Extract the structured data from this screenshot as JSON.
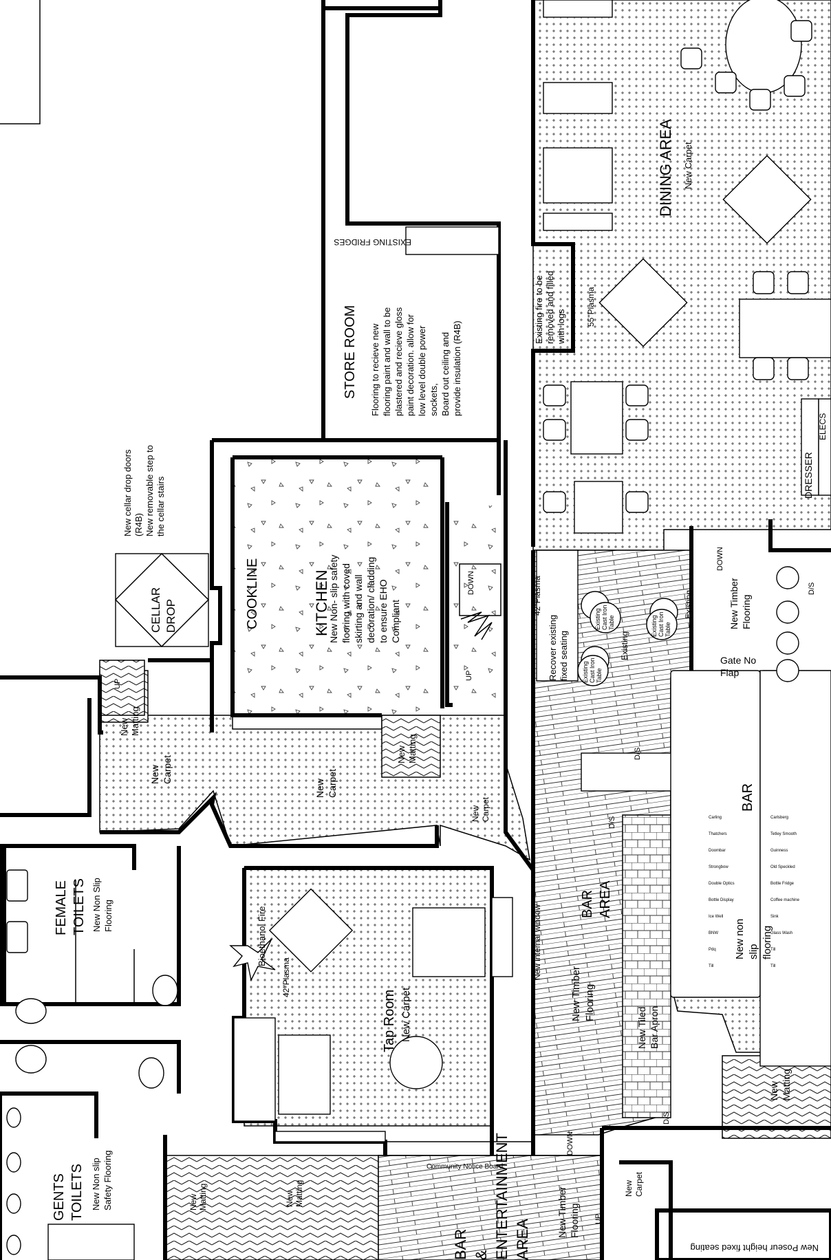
{
  "rooms": {
    "dining_area": "DINING  AREA",
    "dining_carpet": "New Carpet",
    "store_room": "STORE ROOM",
    "store_notes": [
      "Flooring to recieve new",
      "flooring paint and wall to be",
      "plastered and recieve gloss",
      "paint decoration. allow for",
      "low level double power",
      "sockets,",
      "Board out ceiling and",
      "provide insulation (R4B)"
    ],
    "existing_fridges": "EXISTING FRIDGES",
    "fire_note": [
      "Existing fire to be",
      "removed and filled",
      "with logs"
    ],
    "plasma_55": "55\"Plasma",
    "dresser": "DRESSER",
    "elecs": "ELECS",
    "cellar_note": [
      "New cellar drop doors",
      "(R4B)",
      "New removable step to",
      "the cellar stairs"
    ],
    "cellar_drop": [
      "CELLAR",
      "DROP"
    ],
    "cookline": "COOKLINE",
    "kitchen_title": "KITCHEN",
    "kitchen_notes": [
      "New Non- slip safety",
      "flooring with coved",
      "skirting and wall",
      "decoration/ cladding",
      "to ensure EHO",
      "Compliant"
    ],
    "down": "DOWN",
    "up": "UP",
    "plasma_42": "42\"Plasma",
    "recover_seating": [
      "Recover existing",
      "fixed seating"
    ],
    "existing_cast_iron_table": [
      "Existing",
      "Cast Iron",
      "Table"
    ],
    "existing": "Existing",
    "new_timber_flooring": [
      "New Timber",
      "Flooring"
    ],
    "gate_no_flap": [
      "Gate No",
      "Flap"
    ],
    "ds": "D/S",
    "bar": "BAR",
    "bar_area": [
      "BAR",
      "AREA"
    ],
    "new_internal_window": "New internal window",
    "new_tiled_bar_apron": [
      "New Tiled",
      "Bar Apron"
    ],
    "new_non_slip": [
      "New non",
      "slip",
      "flooring"
    ],
    "new_matting": [
      "New",
      "Matting"
    ],
    "new_carpet": [
      "New",
      "Carpet"
    ],
    "female_toilets": [
      "FEMALE",
      "TOILETS"
    ],
    "female_floor": [
      "New Non Slip",
      "Flooring"
    ],
    "gents_toilets": [
      "GENTS",
      "TOILETS"
    ],
    "gents_floor": [
      "New Non slip",
      "Safety Flooring"
    ],
    "tap_room": "Tap Room",
    "tap_carpet": "New Carpet",
    "bioethanol": "Bioethanol Fire",
    "community_board": "Community Notice Board",
    "entertainment": [
      "BAR",
      "&",
      "ENTERTAINMENT",
      "AREA"
    ],
    "poseur": "New Poseur height fixed seating",
    "bar_fittings": [
      "Carling",
      "Carlsberg",
      "Thatchers",
      "Tetley Smooth",
      "Doombar",
      "Guinness",
      "Strongbow",
      "Old Speckled",
      "Double Optics",
      "Bottle Fridge",
      "Bottle Display",
      "Coffee machine",
      "Ice Well",
      "Sink",
      "BNW",
      "Glass Wash",
      "Pdq",
      "Till",
      "Till",
      "Till"
    ]
  }
}
